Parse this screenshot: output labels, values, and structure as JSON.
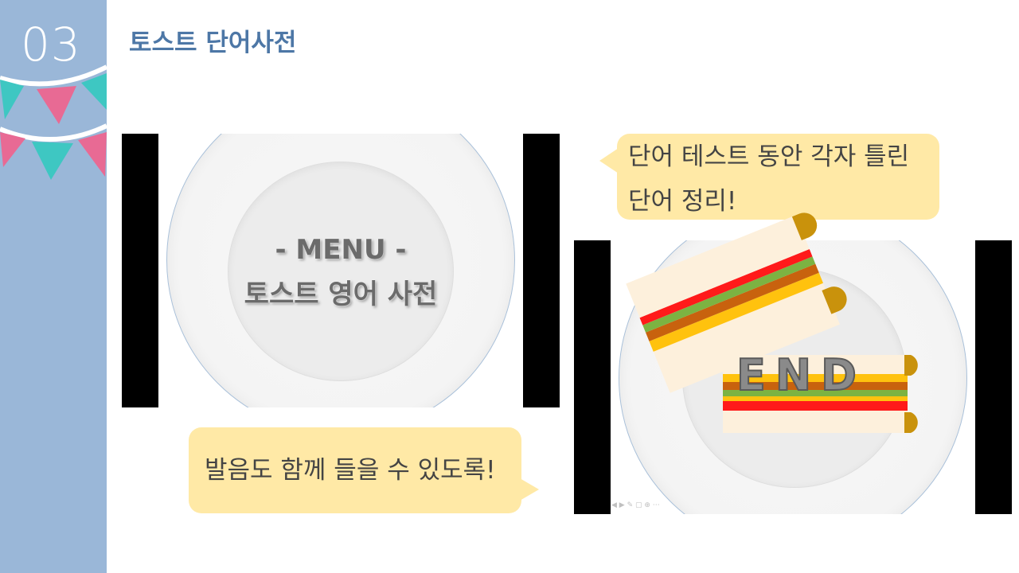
{
  "slide": {
    "number": "03",
    "title": "토스트 단어사전"
  },
  "left_screenshot": {
    "menu_line1": "- MENU -",
    "menu_line2": "토스트 영어 사전"
  },
  "right_screenshot": {
    "end_label": "END"
  },
  "bubbles": {
    "top_right_line1": "단어 테스트 동안 각자 틀린",
    "top_right_line2": "단어 정리!",
    "bottom_left": "발음도 함께 들을 수 있도록!"
  },
  "colors": {
    "sidebar": "#9ab7d8",
    "title": "#4d77a6",
    "bubble": "#ffe9a6",
    "bunting_teal": "#3ec7c2",
    "bunting_pink": "#e86a94"
  },
  "icons": [
    "bunting-decoration",
    "plate-image",
    "sandwich-image"
  ]
}
